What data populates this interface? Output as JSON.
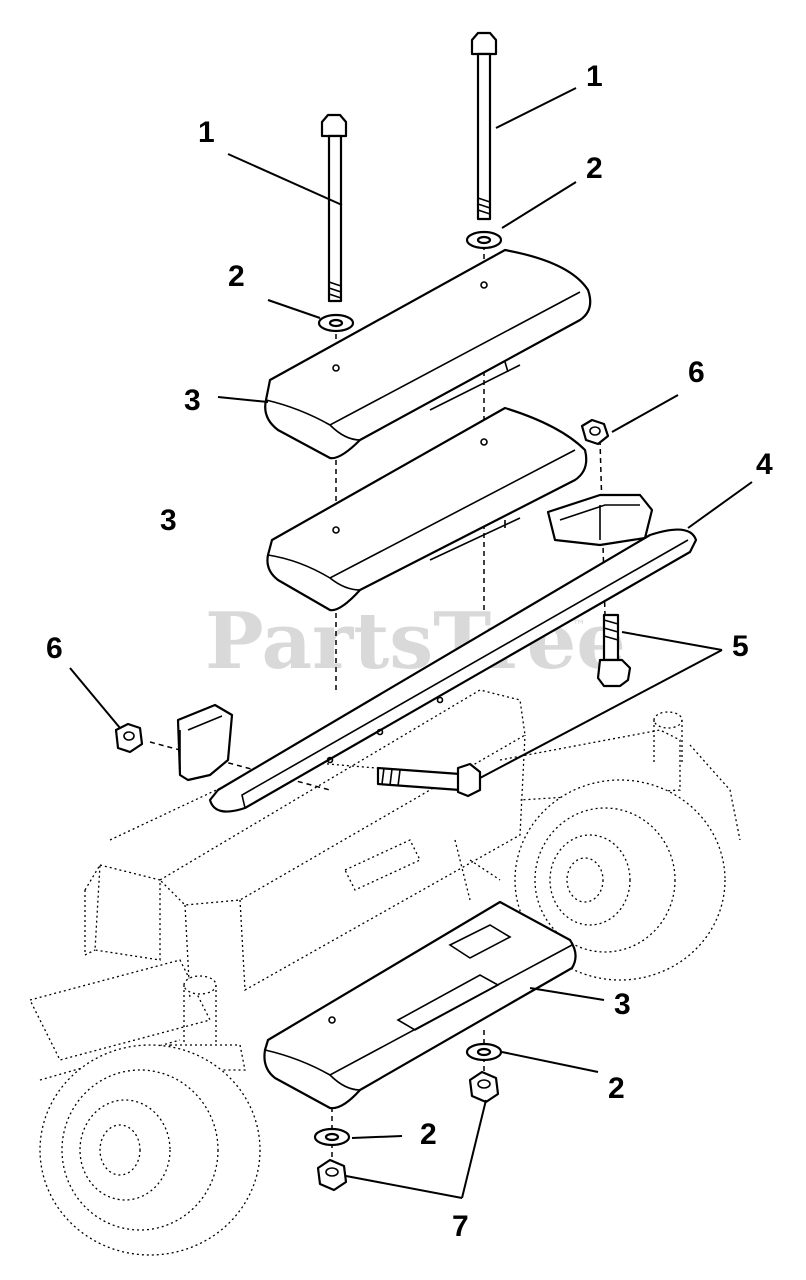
{
  "watermark": {
    "text": "PartsTree",
    "trademark": "™"
  },
  "callouts": {
    "bolt_right": "1",
    "bolt_left": "1",
    "washer_top_right": "2",
    "washer_top_left": "2",
    "weight_upper": "3",
    "weight_middle": "3",
    "nut_upper_right": "6",
    "bracket": "4",
    "bolts_bracket": "5",
    "nut_left": "6",
    "weight_lower": "3",
    "washer_lower_right": "2",
    "washer_lower_left": "2",
    "nuts_bottom": "7"
  }
}
